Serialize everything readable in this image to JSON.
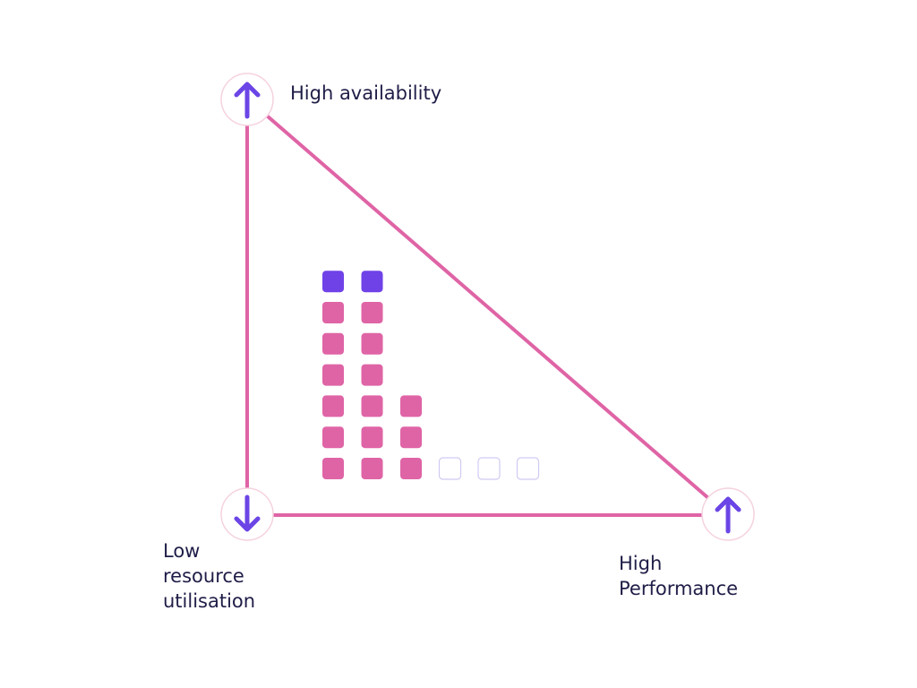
{
  "vertices": {
    "top": {
      "label": "High availability",
      "direction": "up",
      "icon": "arrow-up-icon"
    },
    "bottom_left": {
      "label": "Low\nresource\nutilisation",
      "direction": "down",
      "icon": "arrow-down-icon"
    },
    "bottom_right": {
      "label": "High\nPerformance",
      "direction": "up",
      "icon": "arrow-up-icon"
    }
  },
  "blocks": {
    "columns": [
      {
        "purple": 1,
        "pink": 6,
        "empty": 0
      },
      {
        "purple": 1,
        "pink": 6,
        "empty": 0
      },
      {
        "purple": 0,
        "pink": 3,
        "empty": 0
      },
      {
        "purple": 0,
        "pink": 0,
        "empty": 1
      },
      {
        "purple": 0,
        "pink": 0,
        "empty": 1
      },
      {
        "purple": 0,
        "pink": 0,
        "empty": 1
      }
    ]
  },
  "colors": {
    "edge": "#df64a6",
    "arrow": "#6b45e6",
    "node_outline": "#f5d2df",
    "block_pink": "#df64a6",
    "block_purple": "#6f42e8",
    "block_empty_outline": "#cfcaf3",
    "text": "#1f1d47"
  }
}
